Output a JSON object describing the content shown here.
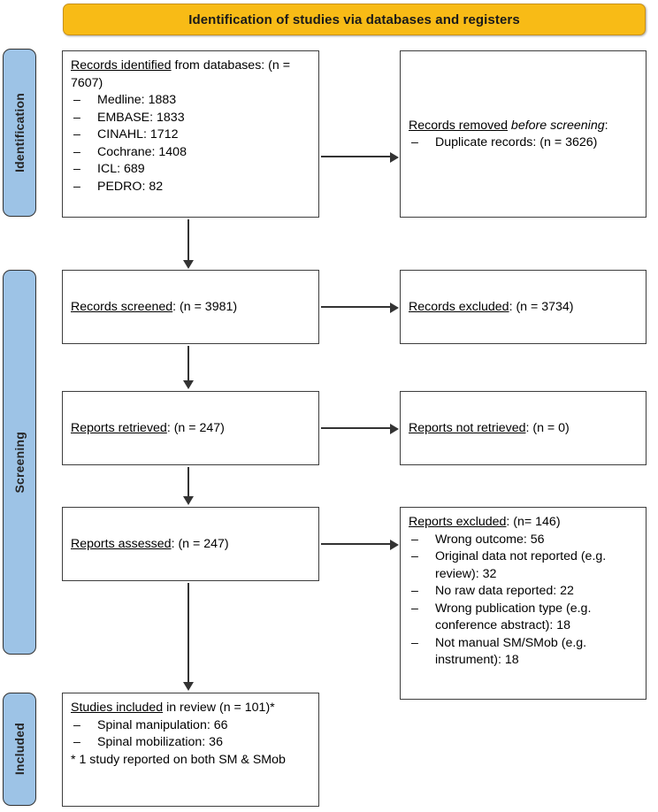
{
  "banner": {
    "label": "Identification of studies via databases and registers",
    "color": "#F8BB16"
  },
  "stages": [
    {
      "id": "identification",
      "label": "Identification",
      "color": "#9DC3E6"
    },
    {
      "id": "screening",
      "label": "Screening",
      "color": "#9DC3E6"
    },
    {
      "id": "included",
      "label": "Included",
      "color": "#9DC3E6"
    }
  ],
  "boxes": {
    "identified": {
      "title_underlined": "Records identified",
      "title_rest": " from databases: (n = 7607)",
      "items": [
        "Medline: 1883",
        "EMBASE:  1833",
        "CINAHL: 1712",
        "Cochrane: 1408",
        "ICL: 689",
        "PEDRO: 82"
      ]
    },
    "removed": {
      "title_underlined": "Records removed",
      "title_italic": " before screening",
      "title_rest": ":",
      "items": [
        "Duplicate records: (n = 3626)"
      ]
    },
    "screened": {
      "title_underlined": "Records screened",
      "title_rest": ": (n = 3981)"
    },
    "excluded_screened": {
      "title_underlined": "Records excluded",
      "title_rest": ": (n = 3734)"
    },
    "retrieved": {
      "title_underlined": "Reports retrieved",
      "title_rest": ": (n = 247)"
    },
    "not_retrieved": {
      "title_underlined": "Reports not retrieved",
      "title_rest": ": (n = 0)"
    },
    "assessed": {
      "title_underlined": "Reports assessed",
      "title_rest": ": (n = 247)"
    },
    "excluded_reports": {
      "title_underlined": "Reports excluded",
      "title_rest": ": (n= 146)",
      "items": [
        "Wrong outcome: 56",
        "Original data not reported (e.g. review): 32",
        "No raw data reported: 22",
        "Wrong publication type (e.g. conference abstract): 18",
        "Not manual SM/SMob (e.g. instrument): 18"
      ]
    },
    "included": {
      "title_underlined": "Studies included",
      "title_rest": " in review (n = 101)*",
      "items": [
        "Spinal manipulation: 66",
        "Spinal mobilization: 36"
      ],
      "note": "* 1 study reported on both SM  & SMob"
    }
  },
  "chart_data": {
    "type": "diagram",
    "title": "PRISMA 2020 flow diagram",
    "nodes": [
      {
        "id": "identified",
        "stage": "Identification",
        "label": "Records identified from databases",
        "n": 7607,
        "breakdown": {
          "Medline": 1883,
          "EMBASE": 1833,
          "CINAHL": 1712,
          "Cochrane": 1408,
          "ICL": 689,
          "PEDRO": 82
        }
      },
      {
        "id": "removed",
        "stage": "Identification",
        "label": "Records removed before screening: Duplicate records",
        "n": 3626
      },
      {
        "id": "screened",
        "stage": "Screening",
        "label": "Records screened",
        "n": 3981
      },
      {
        "id": "excluded_screened",
        "stage": "Screening",
        "label": "Records excluded",
        "n": 3734
      },
      {
        "id": "retrieved",
        "stage": "Screening",
        "label": "Reports retrieved",
        "n": 247
      },
      {
        "id": "not_retrieved",
        "stage": "Screening",
        "label": "Reports not retrieved",
        "n": 0
      },
      {
        "id": "assessed",
        "stage": "Screening",
        "label": "Reports assessed",
        "n": 247
      },
      {
        "id": "excluded_reports",
        "stage": "Screening",
        "label": "Reports excluded",
        "n": 146,
        "breakdown": {
          "Wrong outcome": 56,
          "Original data not reported (e.g. review)": 32,
          "No raw data reported": 22,
          "Wrong publication type (e.g. conference abstract)": 18,
          "Not manual SM/SMob (e.g. instrument)": 18
        }
      },
      {
        "id": "included",
        "stage": "Included",
        "label": "Studies included in review",
        "n": 101,
        "breakdown": {
          "Spinal manipulation": 66,
          "Spinal mobilization": 36
        }
      }
    ],
    "edges": [
      {
        "from": "identified",
        "to": "removed",
        "direction": "right"
      },
      {
        "from": "identified",
        "to": "screened",
        "direction": "down"
      },
      {
        "from": "screened",
        "to": "excluded_screened",
        "direction": "right"
      },
      {
        "from": "screened",
        "to": "retrieved",
        "direction": "down"
      },
      {
        "from": "retrieved",
        "to": "not_retrieved",
        "direction": "right"
      },
      {
        "from": "retrieved",
        "to": "assessed",
        "direction": "down"
      },
      {
        "from": "assessed",
        "to": "excluded_reports",
        "direction": "right"
      },
      {
        "from": "assessed",
        "to": "included",
        "direction": "down"
      }
    ]
  }
}
